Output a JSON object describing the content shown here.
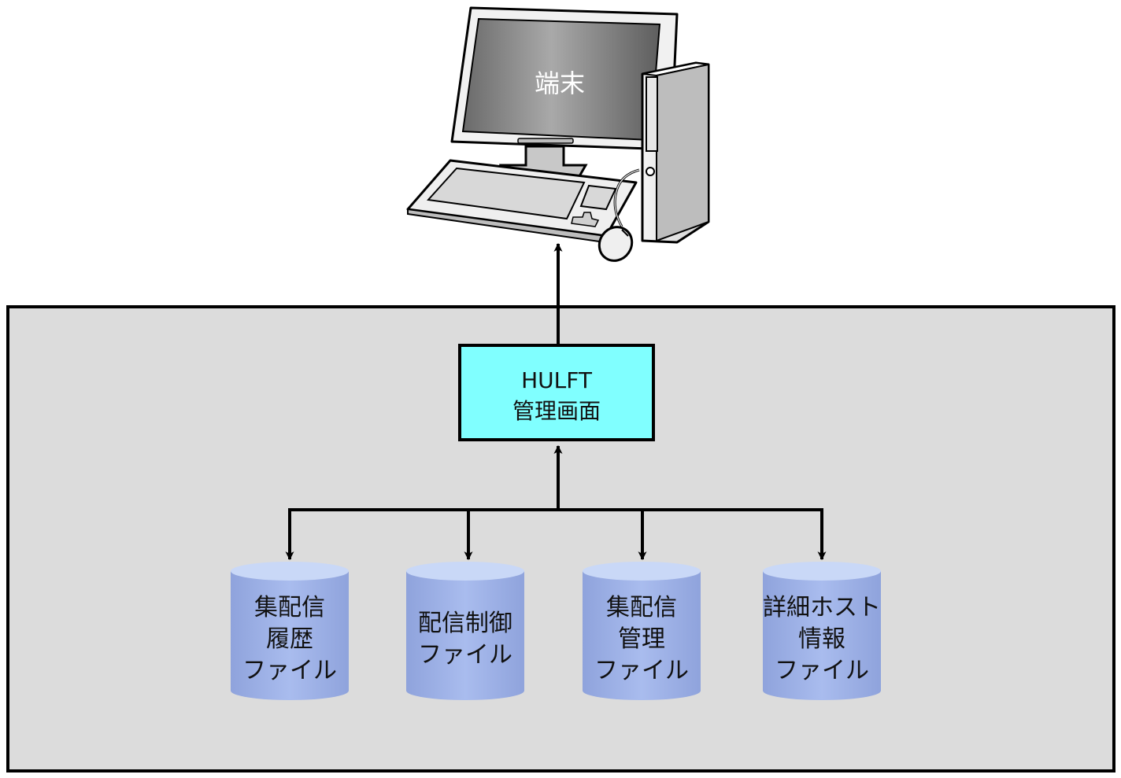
{
  "terminal": {
    "label": "端末"
  },
  "hulft_screen": {
    "line1": "HULFT",
    "line2": "管理画面"
  },
  "files": [
    {
      "lines": [
        "集配信",
        "履歴",
        "ファイル"
      ]
    },
    {
      "lines": [
        "配信制御",
        "ファイル"
      ]
    },
    {
      "lines": [
        "集配信",
        "管理",
        "ファイル"
      ]
    },
    {
      "lines": [
        "詳細ホスト",
        "情報",
        "ファイル"
      ]
    }
  ],
  "colors": {
    "container_fill": "#dcdcdc",
    "hulft_box_fill": "#80ffff",
    "cylinder_body": "#94a9e2",
    "cylinder_top": "#c9d8f7",
    "stroke": "#000000"
  }
}
